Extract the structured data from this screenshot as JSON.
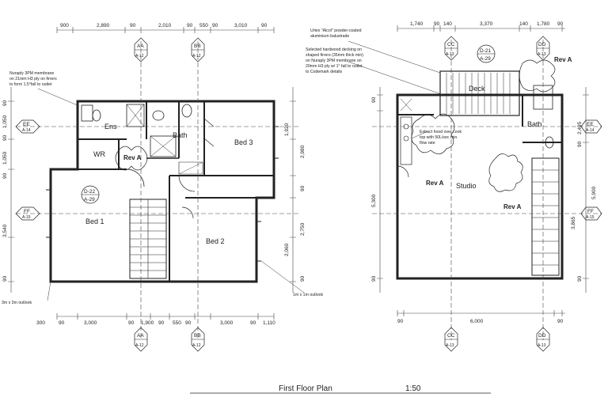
{
  "title_block": {
    "title": "First Floor Plan",
    "scale": "1:50"
  },
  "rooms": {
    "bed1": "Bed 1",
    "bed2": "Bed 2",
    "bed3": "Bed 3",
    "ens": "Ens",
    "bath_left": "Bath",
    "wr": "WR",
    "deck": "Deck",
    "bath_right": "Bath",
    "studio": "Studio"
  },
  "revisions": {
    "rev_a": "Rev A"
  },
  "notes": {
    "left_1": "Nuraply 3PM membrane",
    "left_2": "on 21mm H3 ply on firrers",
    "left_3": "to form 1.5°fall to outlet",
    "outlook_left": "3m x 3m outlook",
    "outlook_mid": "1m x 1m outlook",
    "bal_1": "Urtex \"Alcol\" powder-coated",
    "bal_2": "aluminium balustrade",
    "deck_1": "Selected hardwood decking on",
    "deck_2": "shaped firrers (35mm thick min)",
    "deck_3": "on Nuraply 3PM membrane on",
    "deck_4": "20mm H3 ply w/ 1° fall to outlet",
    "deck_5": "to Codemark details",
    "hood_1": "Extract hood over cook",
    "hood_2": "top with 50L/sec min.",
    "hood_3": "flow rate"
  },
  "callouts": {
    "AA": "AA",
    "BB": "BB",
    "CC": "CC",
    "DD": "DD",
    "EE": "EE",
    "FF": "FF",
    "D22": "D-22",
    "A29": "A-29",
    "D21": "D-21",
    "A12": "A-12",
    "A13": "A-13",
    "A14": "A-14",
    "A15": "A-15"
  },
  "dimensions": {
    "l_top": [
      "900",
      "2,890",
      "90",
      "2,010",
      "90",
      "550",
      "90",
      "3,010",
      "90"
    ],
    "l_bot": [
      "300",
      "90",
      "3,000",
      "90",
      "1,900",
      "90",
      "550",
      "90",
      "3,000",
      "90",
      "1,110"
    ],
    "l_left": [
      "90",
      "1,050",
      "90",
      "1,050",
      "90",
      "3,540",
      "90"
    ],
    "l_right": [
      "1,920",
      "2,980",
      "90",
      "2,750",
      "2,060",
      "90"
    ],
    "r_top": [
      "1,740",
      "90",
      "140",
      "3,370",
      "140",
      "1,780",
      "90"
    ],
    "r_bot": [
      "90",
      "6,000",
      "90"
    ],
    "r_left": [
      "90",
      "5,300",
      "90"
    ],
    "r_right": [
      "2,495",
      "90",
      "3,865",
      "5,900",
      "90"
    ]
  }
}
